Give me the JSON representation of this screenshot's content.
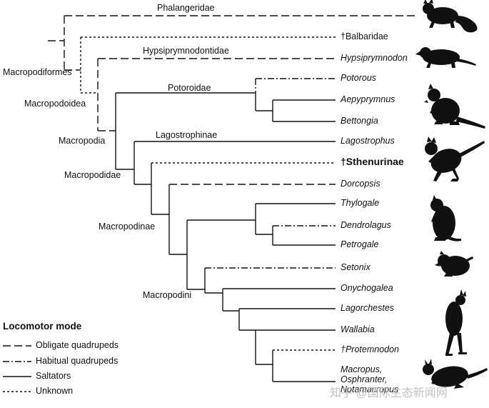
{
  "legend": {
    "title": "Locomotor mode",
    "items": [
      {
        "label": "Obligate quadrupeds",
        "style": "long-dash"
      },
      {
        "label": "Habitual quadrupeds",
        "style": "dash-dot"
      },
      {
        "label": "Saltators",
        "style": "solid"
      },
      {
        "label": "Unknown",
        "style": "short-dash"
      }
    ]
  },
  "clades": {
    "macropodiformes": "Macropodiformes",
    "macropodoidea": "Macropodoidea",
    "macropodia": "Macropodia",
    "macropodidae": "Macropodidae",
    "macropodinae": "Macropodinae",
    "macropodini": "Macropodini",
    "phalangeridae": "Phalangeridae",
    "hypsiprymnodontidae": "Hypsiprymnodontidae",
    "potoroidae": "Potoroidae",
    "lagostrophinae": "Lagostrophinae"
  },
  "taxa": {
    "balbaridae": "†Balbaridae",
    "hypsiprymnodon": "Hypsiprymnodon",
    "potorous": "Potorous",
    "aepyprymnus": "Aepyprymnus",
    "bettongia": "Bettongia",
    "lagostrophus": "Lagostrophus",
    "sthenurinae": "†Sthenurinae",
    "dorcopsis": "Dorcopsis",
    "thylogale": "Thylogale",
    "dendrolagus": "Dendrolagus",
    "petrogale": "Petrogale",
    "setonix": "Setonix",
    "onychogalea": "Onychogalea",
    "lagorchestes": "Lagorchestes",
    "wallabia": "Wallabia",
    "protemnodon": "†Protemnodon",
    "macropus_1": "Macropus,",
    "macropus_2": "Osphranter,",
    "macropus_3": "Notamacropus"
  },
  "silhouettes": [
    "possum-silhouette",
    "rat-kangaroo-silhouette",
    "potoroo-silhouette",
    "sthenurine-silhouette",
    "rock-wallaby-silhouette",
    "quokka-silhouette",
    "standing-kangaroo-silhouette",
    "hopping-kangaroo-silhouette"
  ],
  "watermark": "知乎 @国际生态新闻网"
}
